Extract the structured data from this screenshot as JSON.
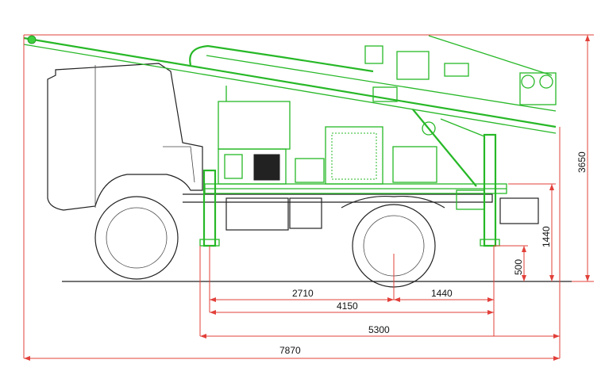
{
  "dimensions": {
    "total_length": "7870",
    "wheelbase_outrigger": "5300",
    "outrigger_span": "4150",
    "front_to_rear_axle": "2710",
    "rear_overhang": "1440",
    "total_height": "3650",
    "platform_height": "1440",
    "outrigger_height": "500"
  },
  "colors": {
    "dimension_lines": "#e2403a",
    "rig_structure": "#27b827",
    "truck_outline": "#222222"
  }
}
